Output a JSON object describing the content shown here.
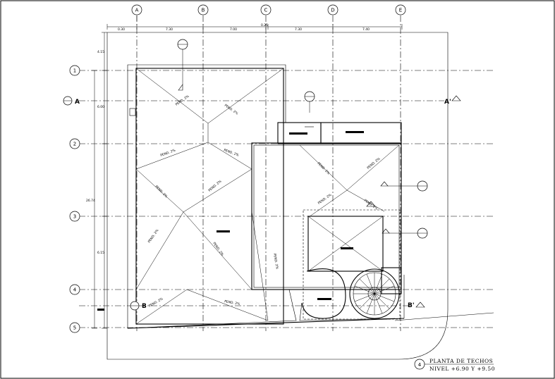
{
  "grid_columns": [
    "A",
    "B",
    "C",
    "D",
    "E"
  ],
  "grid_rows": [
    "1",
    "2",
    "3",
    "4",
    "5"
  ],
  "top_dimensions": [
    "0.30",
    "7.30",
    "7.00",
    "0.25",
    "7.30",
    "7.40"
  ],
  "left_dimensions": [
    "4.15",
    "6.00",
    "26.74",
    "6.15"
  ],
  "slope_label": "PEND. 2%",
  "sections": {
    "a_left": "A",
    "a_right": "A'",
    "b_left": "B",
    "b_right": "B'"
  },
  "title": {
    "number": "4",
    "line1": "PLANTA DE TECHOS",
    "line2": "NIVEL +6.90 Y +9.50"
  }
}
